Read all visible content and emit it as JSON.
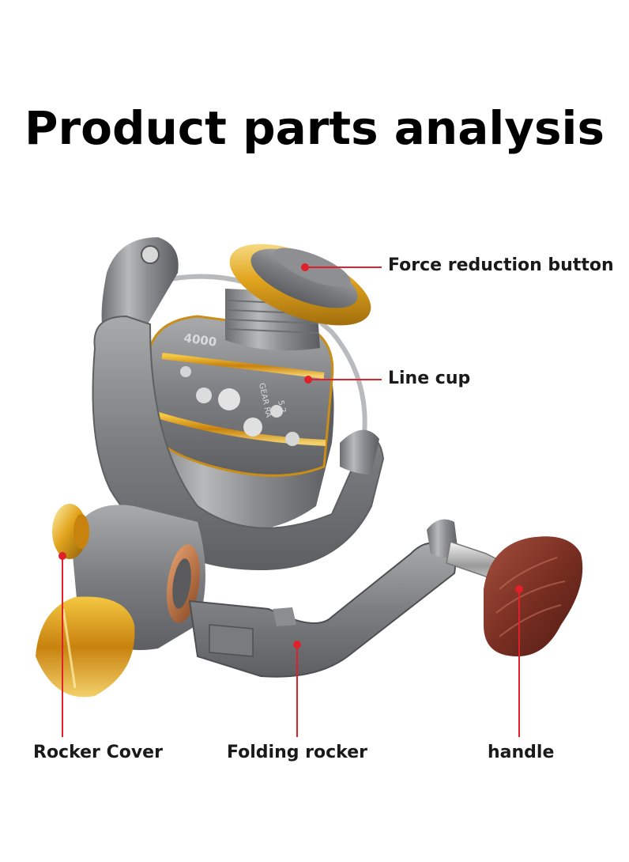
{
  "title": "Product parts analysis",
  "accent_color": "#e0202a",
  "labels": {
    "force_reduction_button": "Force reduction button",
    "line_cup": "Line cup",
    "rocker_cover": "Rocker Cover",
    "folding_rocker": "Folding rocker",
    "handle": "handle"
  },
  "spool_text": {
    "model": "4000",
    "gear": "GEAR RA",
    "ratio": "5.2"
  }
}
